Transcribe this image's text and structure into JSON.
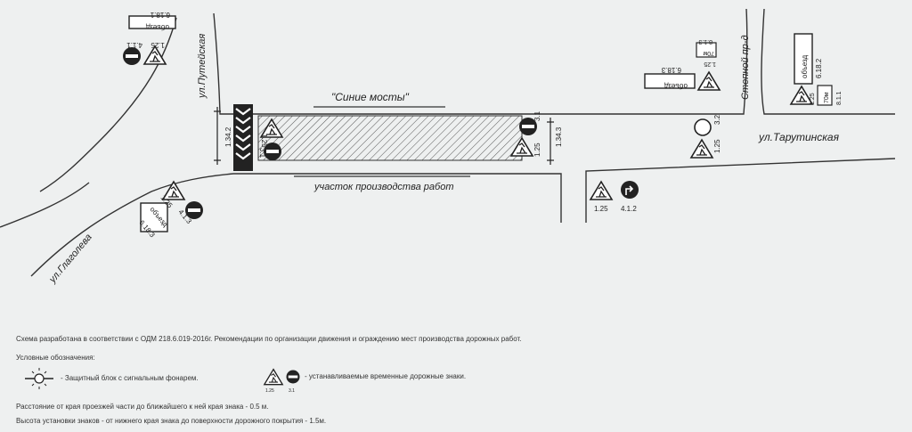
{
  "streets": {
    "putevaya": "ул.Путейская",
    "glagoleva": "ул.Глаголева",
    "stepnoy": "Степной пр-д",
    "tarutinskaya": "ул.Тарутинская"
  },
  "work_zone": {
    "bridge_name": "\"Синие мосты\"",
    "label": "участок производства работ"
  },
  "sign_codes": {
    "s_1_25": "1.25",
    "s_3_1": "3.1",
    "s_3_2": "3.2",
    "s_4_1_1": "4.1.1",
    "s_4_1_2": "4.1.2",
    "s_4_1_3": "4.1.3",
    "s_6_18_1": "6.18.1",
    "s_6_18_2": "6.18.2",
    "s_6_18_3": "6.18.3",
    "s_8_1_1": "8.1.1",
    "s_8_1_3": "8.1.3",
    "s_1_34_2": "1.34.2",
    "s_1_34_3": "1.34.3"
  },
  "sign_text": {
    "detour": "объезд",
    "dist_70": "70м"
  },
  "legend": {
    "note_main": "Схема разработана в соответствии с ОДМ 218.6.019-2016г. Рекомендации по организации движения и ограждению мест производства дорожных работ.",
    "conventions": "Условные обозначения:",
    "block_desc": "- Защитный блок с сигнальным фонарем.",
    "signs_desc": "- устанавливаемые временные дорожные знаки.",
    "mini_1_25": "1.25",
    "mini_3_1": "3.1",
    "distance": "Расстояние от края проезжей части до ближайшего к ней края знака - 0.5 м.",
    "height": "Высота установки знаков -  от нижнего края знака до поверхности дорожного покрытия - 1.5м."
  }
}
